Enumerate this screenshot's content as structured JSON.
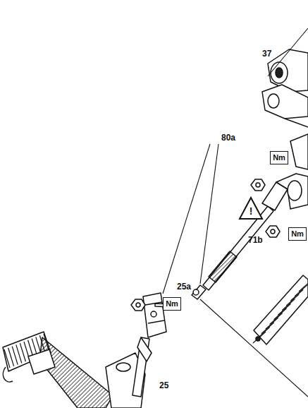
{
  "diagram": {
    "nodes": [
      {
        "text": [
          "Nm"
        ]
      },
      {
        "text": [
          "!"
        ]
      },
      {
        "text": [
          "Nm"
        ]
      },
      {
        "text": [
          "Nm"
        ]
      }
    ],
    "labels": [
      "37",
      "80a",
      "71b",
      "25a",
      "25"
    ]
  }
}
